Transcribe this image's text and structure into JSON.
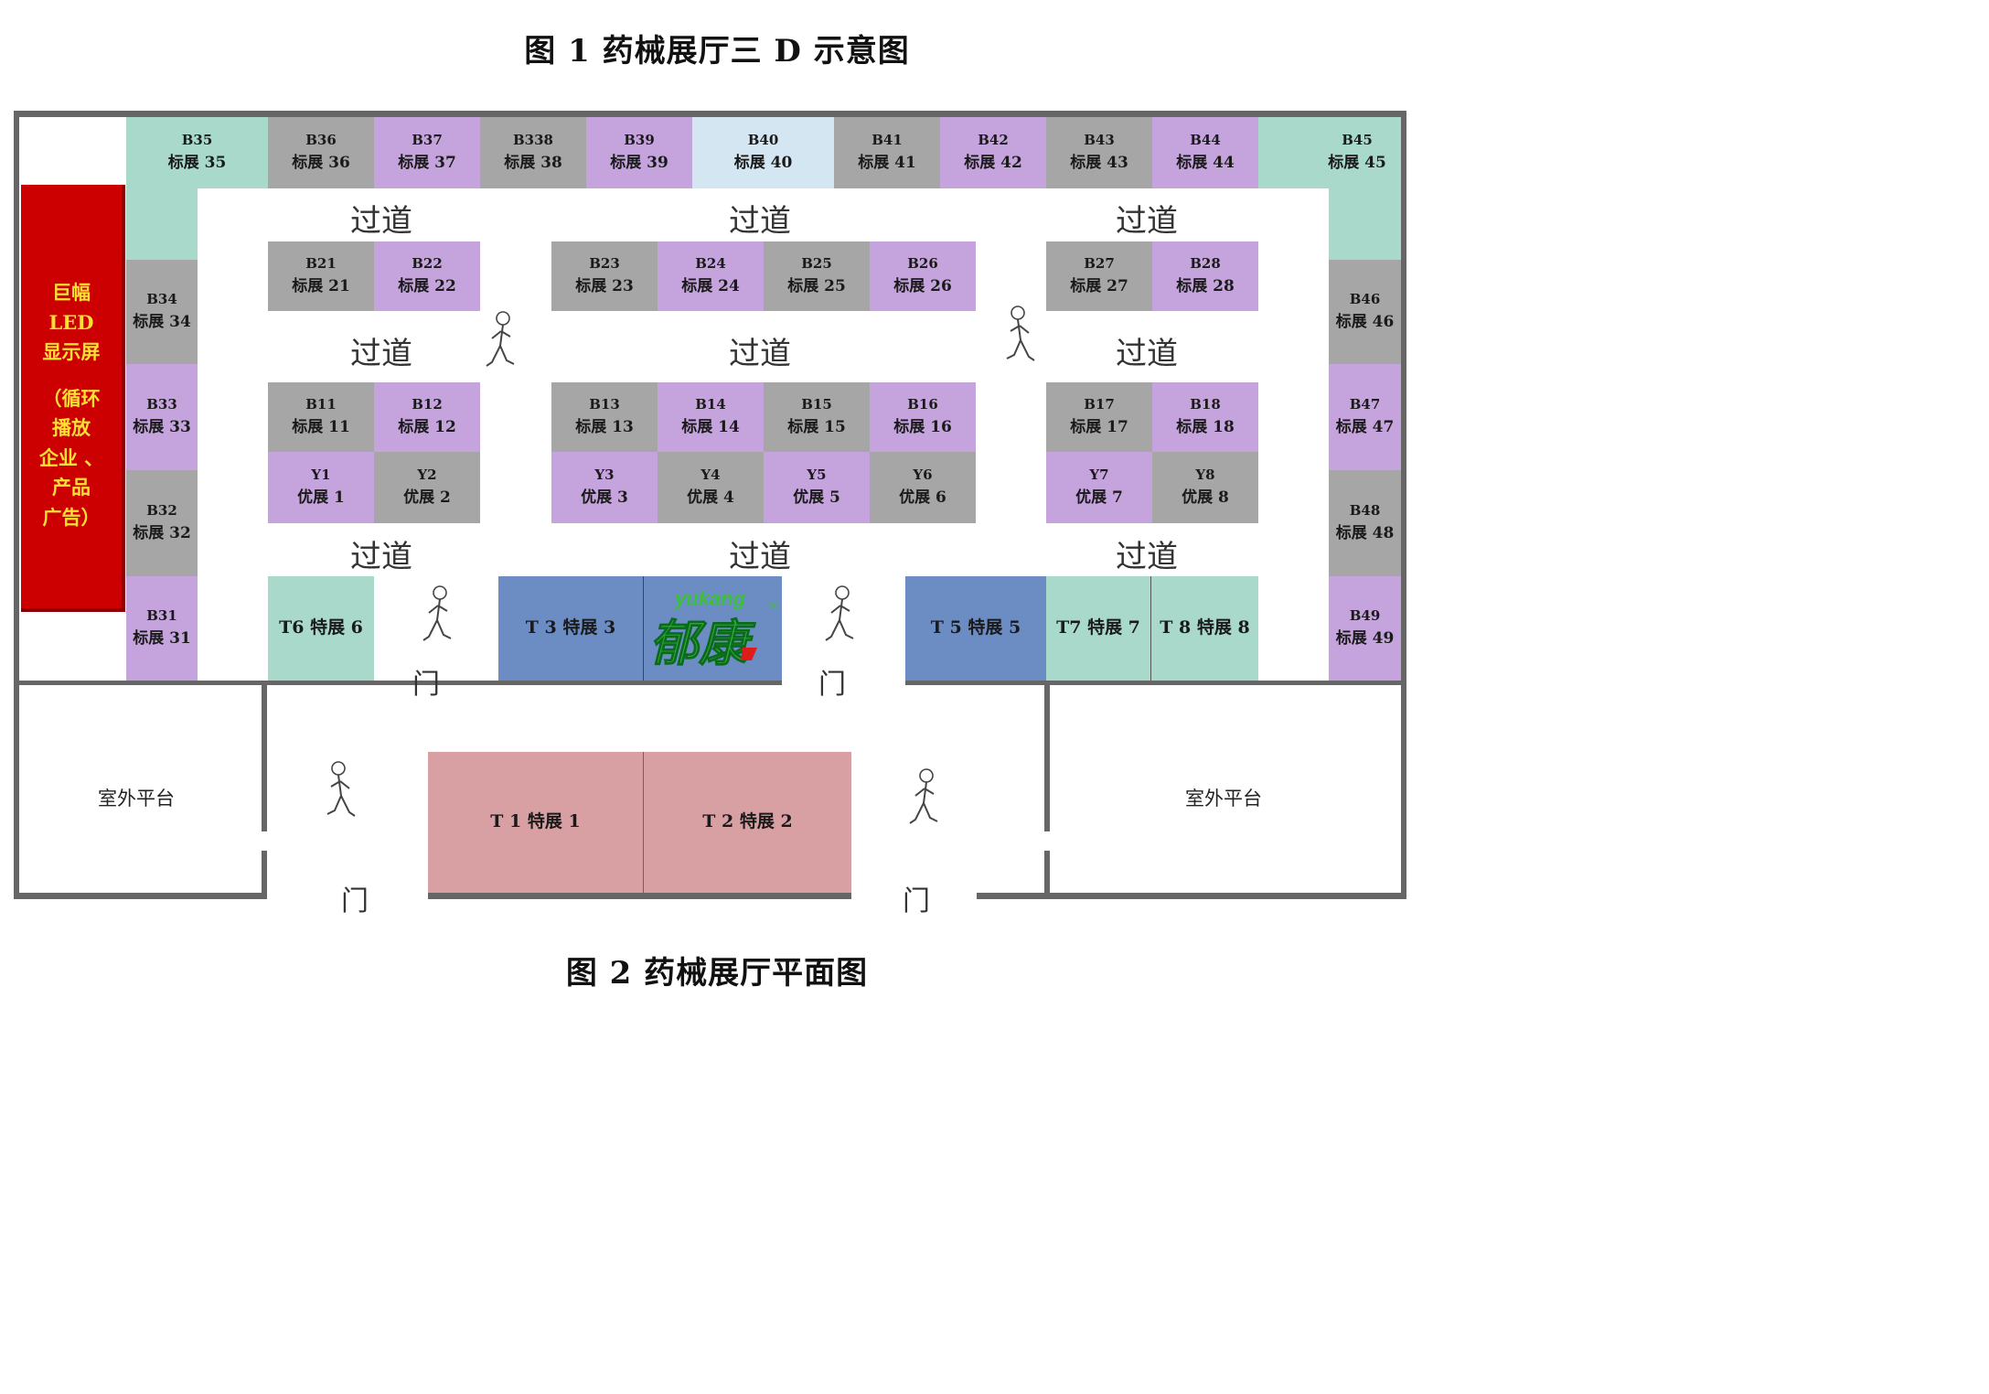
{
  "captions": {
    "top": "图 1 药械展厅三 D 示意图",
    "bottom": "图 2 药械展厅平面图"
  },
  "aisle_label": "过道",
  "door_label": "门",
  "led_screen": [
    "巨幅",
    "LED",
    "显示屏",
    "（循环",
    "播放",
    "企业 、",
    "产品",
    "广告）"
  ],
  "outdoor_platform": "室外平台",
  "logo": {
    "en": "yukang",
    "cn": "郁康",
    "mark": "®"
  },
  "booths": {
    "top_row": [
      {
        "code": "B35",
        "name": "标展 35"
      },
      {
        "code": "B36",
        "name": "标展 36"
      },
      {
        "code": "B37",
        "name": "标展 37"
      },
      {
        "code": "B338",
        "name": "标展 38"
      },
      {
        "code": "B39",
        "name": "标展 39"
      },
      {
        "code": "B40",
        "name": "标展 40"
      },
      {
        "code": "B41",
        "name": "标展 41"
      },
      {
        "code": "B42",
        "name": "标展 42"
      },
      {
        "code": "B43",
        "name": "标展 43"
      },
      {
        "code": "B44",
        "name": "标展 44"
      },
      {
        "code": "B45",
        "name": "标展 45"
      }
    ],
    "left_col": [
      {
        "code": "B34",
        "name": "标展 34"
      },
      {
        "code": "B33",
        "name": "标展 33"
      },
      {
        "code": "B32",
        "name": "标展 32"
      },
      {
        "code": "B31",
        "name": "标展 31"
      }
    ],
    "right_col": [
      {
        "code": "B46",
        "name": "标展 46"
      },
      {
        "code": "B47",
        "name": "标展 47"
      },
      {
        "code": "B48",
        "name": "标展 48"
      },
      {
        "code": "B49",
        "name": "标展 49"
      }
    ],
    "row_b2": [
      {
        "code": "B21",
        "name": "标展 21"
      },
      {
        "code": "B22",
        "name": "标展 22"
      },
      {
        "code": "B23",
        "name": "标展 23"
      },
      {
        "code": "B24",
        "name": "标展 24"
      },
      {
        "code": "B25",
        "name": "标展 25"
      },
      {
        "code": "B26",
        "name": "标展 26"
      },
      {
        "code": "B27",
        "name": "标展 27"
      },
      {
        "code": "B28",
        "name": "标展 28"
      }
    ],
    "row_b1": [
      {
        "code": "B11",
        "name": "标展 11"
      },
      {
        "code": "B12",
        "name": "标展 12"
      },
      {
        "code": "B13",
        "name": "标展 13"
      },
      {
        "code": "B14",
        "name": "标展 14"
      },
      {
        "code": "B15",
        "name": "标展 15"
      },
      {
        "code": "B16",
        "name": "标展 16"
      },
      {
        "code": "B17",
        "name": "标展 17"
      },
      {
        "code": "B18",
        "name": "标展 18"
      }
    ],
    "row_y": [
      {
        "code": "Y1",
        "name": "优展 1"
      },
      {
        "code": "Y2",
        "name": "优展 2"
      },
      {
        "code": "Y3",
        "name": "优展 3"
      },
      {
        "code": "Y4",
        "name": "优展 4"
      },
      {
        "code": "Y5",
        "name": "优展 5"
      },
      {
        "code": "Y6",
        "name": "优展 6"
      },
      {
        "code": "Y7",
        "name": "优展 7"
      },
      {
        "code": "Y8",
        "name": "优展 8"
      }
    ],
    "special": {
      "t6": "T6 特展 6",
      "t3": "T 3 特展 3",
      "t5": "T 5 特展 5",
      "t7": "T7 特展 7",
      "t8": "T 8 特展 8",
      "t1": "T 1 特展 1",
      "t2": "T 2 特展 2"
    }
  }
}
